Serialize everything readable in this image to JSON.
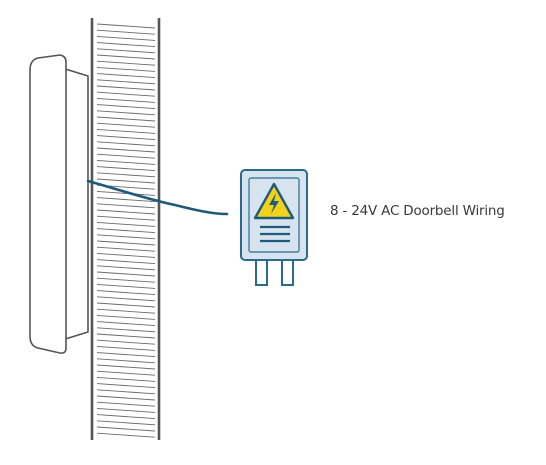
{
  "diagram": {
    "wiring_label": "8 - 24V AC Doorbell Wiring",
    "colors": {
      "outline": "#555555",
      "wire": "#1f5a7a",
      "transformer_body": "#d7e4ef",
      "transformer_outline": "#2a6a8c",
      "hazard_fill": "#f2d21a",
      "hazard_outline": "#1f5a7a",
      "wall_lines": "#6a6a6a"
    },
    "icons": {
      "device": "doorbell-device",
      "wall": "wall-section",
      "transformer": "transformer-icon",
      "hazard": "high-voltage-icon"
    }
  }
}
